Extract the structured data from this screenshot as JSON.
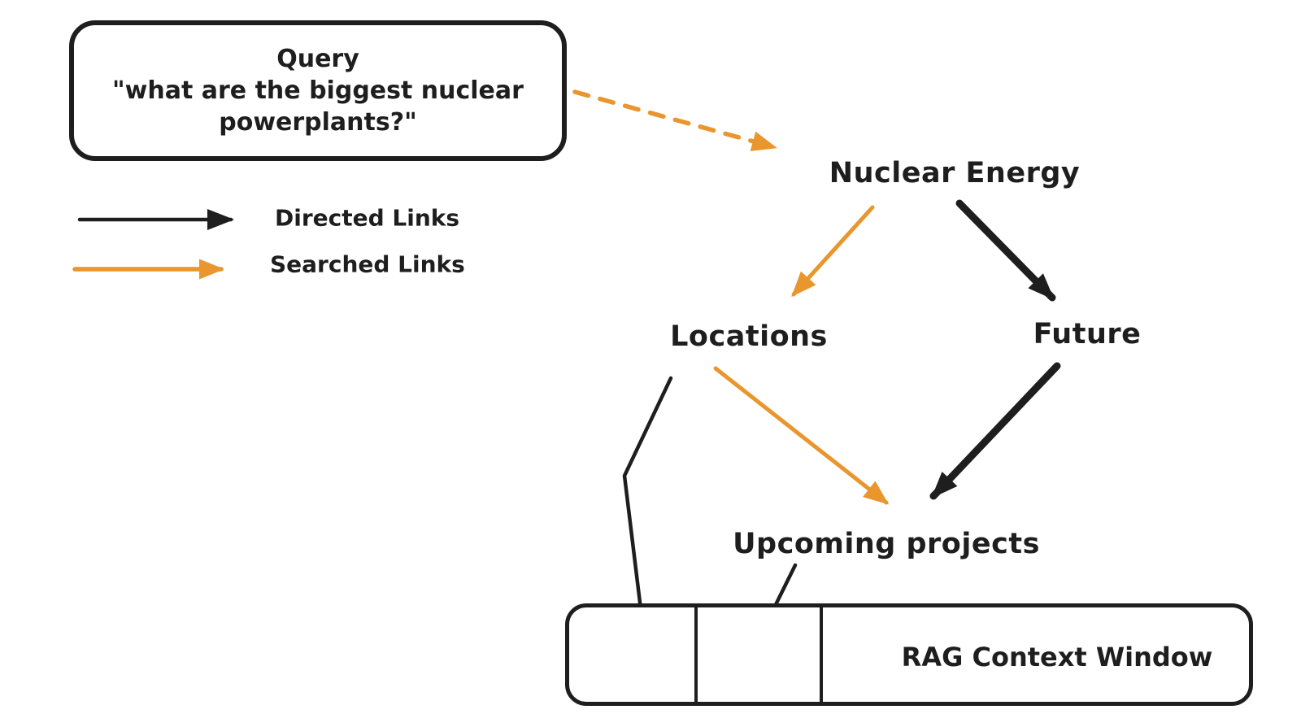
{
  "diagram": {
    "title": "RAG knowledge-graph search diagram",
    "query_box": {
      "lines": [
        "Query",
        "\"what are the biggest nuclear",
        "powerplants?\""
      ]
    },
    "legend": {
      "directed_label": "Directed Links",
      "searched_label": "Searched Links"
    },
    "nodes": {
      "nuclear": "Nuclear Energy",
      "locations": "Locations",
      "future": "Future",
      "upcoming": "Upcoming projects"
    },
    "context_window": {
      "label": "RAG Context Window",
      "cell_count": 3
    },
    "edges": [
      {
        "from": "Query",
        "to": "Nuclear Energy",
        "type": "searched",
        "style": "dashed"
      },
      {
        "from": "Nuclear Energy",
        "to": "Locations",
        "type": "searched",
        "style": "solid"
      },
      {
        "from": "Nuclear Energy",
        "to": "Future",
        "type": "directed",
        "style": "solid"
      },
      {
        "from": "Locations",
        "to": "Upcoming projects",
        "type": "searched",
        "style": "solid"
      },
      {
        "from": "Future",
        "to": "Upcoming projects",
        "type": "directed",
        "style": "solid"
      },
      {
        "from": "Locations",
        "to": "RAG Context Window",
        "type": "directed",
        "style": "solid"
      },
      {
        "from": "Upcoming projects",
        "to": "RAG Context Window",
        "type": "directed",
        "style": "solid"
      }
    ],
    "colors": {
      "stroke_black": "#1e1e1e",
      "stroke_orange": "#e8962d",
      "background": "#ffffff"
    }
  }
}
